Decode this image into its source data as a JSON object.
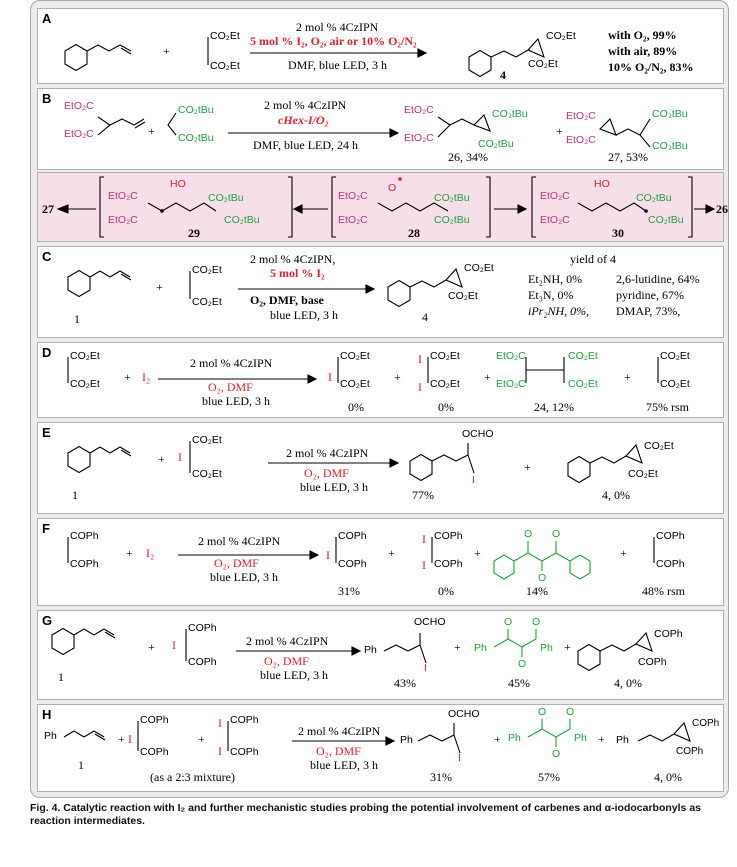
{
  "caption": "Fig. 4. Catalytic reaction with I₂ and further mechanistic studies probing the potential involvement of carbenes and α-iodocarbonyls as reaction intermediates.",
  "labels": {
    "co2et": "CO₂Et",
    "eto2c": "EtO₂C",
    "co2tbu": "CO₂tBu",
    "cop": "COPh",
    "ph": "Ph",
    "i": "I",
    "ho": "HO",
    "ocho": "OCHO",
    "o": "O",
    "plus": "+"
  },
  "A": {
    "label": "A",
    "cond_top": "2 mol % 4CzIPN",
    "cond_red": "5 mol % I₂, O₂, air or 10% O₂/N₂",
    "cond_bot": "DMF, blue LED, 3 h",
    "prod": "4",
    "res1": "with O₂, 99%",
    "res2": "with air, 89%",
    "res3": "10% O₂/N₂, 83%"
  },
  "B": {
    "label": "B",
    "cond_top": "2 mol % 4CzIPN",
    "cond_red": "cHex-I/O₂",
    "cond_bot": "DMF, blue LED, 24 h",
    "p1": "26, 34%",
    "p2": "27, 53%"
  },
  "M": {
    "n27": "27",
    "n29": "29",
    "n28": "28",
    "n30": "30",
    "n26": "26"
  },
  "C": {
    "label": "C",
    "cond1": "2 mol % 4CzIPN,",
    "cond2": "5 mol % I₂",
    "cond3": "O₂, DMF, base",
    "cond4": "blue LED, 3 h",
    "s1": "1",
    "p4": "4",
    "yhead": "yield of 4",
    "y1": "Et₂NH, 0%",
    "y2": "Et₃N, 0%",
    "y3": "iPr₂NH, 0%,",
    "y4": "2,6-lutidine, 64%",
    "y5": "pyridine, 67%",
    "y6": "DMAP, 73%,"
  },
  "D": {
    "label": "D",
    "i2": "I₂",
    "cond1": "2 mol % 4CzIPN",
    "cond2": "O₂, DMF",
    "cond3": "blue LED, 3 h",
    "r1": "0%",
    "r2": "0%",
    "r3": "24, 12%",
    "r4": "75% rsm"
  },
  "E": {
    "label": "E",
    "cond1": "2 mol % 4CzIPN",
    "cond2": "O₂, DMF",
    "cond3": "blue LED, 3 h",
    "s1": "1",
    "r1": "77%",
    "r2": "4, 0%"
  },
  "F": {
    "label": "F",
    "i2": "I₂",
    "cond1": "2 mol % 4CzIPN",
    "cond2": "O₂, DMF",
    "cond3": "blue LED, 3 h",
    "r1": "31%",
    "r2": "0%",
    "r3": "14%",
    "r4": "48% rsm"
  },
  "G": {
    "label": "G",
    "cond1": "2 mol % 4CzIPN",
    "cond2": "O₂, DMF",
    "cond3": "blue LED, 3 h",
    "s1": "1",
    "r1": "43%",
    "r2": "45%",
    "r3": "4, 0%"
  },
  "H": {
    "label": "H",
    "cond1": "2 mol % 4CzIPN",
    "cond2": "O₂, DMF",
    "cond3": "blue LED, 3 h",
    "s1": "1",
    "mix": "(as a 2:3 mixture)",
    "r1": "31%",
    "r2": "57%",
    "r3": "4, 0%"
  },
  "colors": {
    "red": "#e0202a",
    "green": "#1aa33a",
    "magenta": "#c0307a",
    "panel_pink": "#f7dfea"
  }
}
